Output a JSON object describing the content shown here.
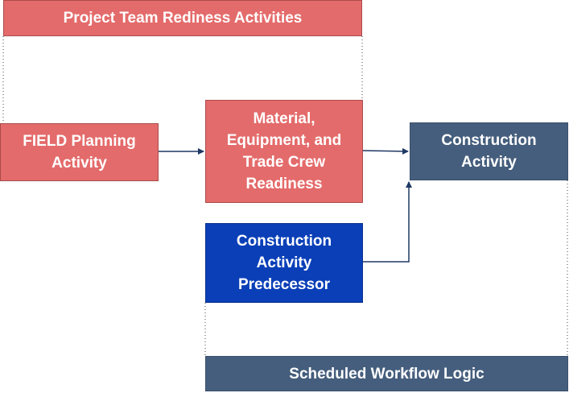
{
  "diagram": {
    "team_readiness": {
      "label": "Project Team Rediness Activities"
    },
    "field_planning": {
      "lines": [
        "FIELD Planning",
        "Activity"
      ]
    },
    "material_readiness": {
      "lines": [
        "Material,",
        "Equipment, and",
        "Trade Crew",
        "Readiness"
      ]
    },
    "construction_activity": {
      "lines": [
        "Construction",
        "Activity"
      ]
    },
    "predecessor": {
      "lines": [
        "Construction",
        "Activity",
        "Predecessor"
      ]
    },
    "workflow_logic": {
      "label": "Scheduled Workflow Logic"
    }
  },
  "colors": {
    "readiness_fill": "#e46b6b",
    "construction_fill": "#455e7d",
    "predecessor_fill": "#0a3fb8",
    "arrow": "#1f3864"
  }
}
